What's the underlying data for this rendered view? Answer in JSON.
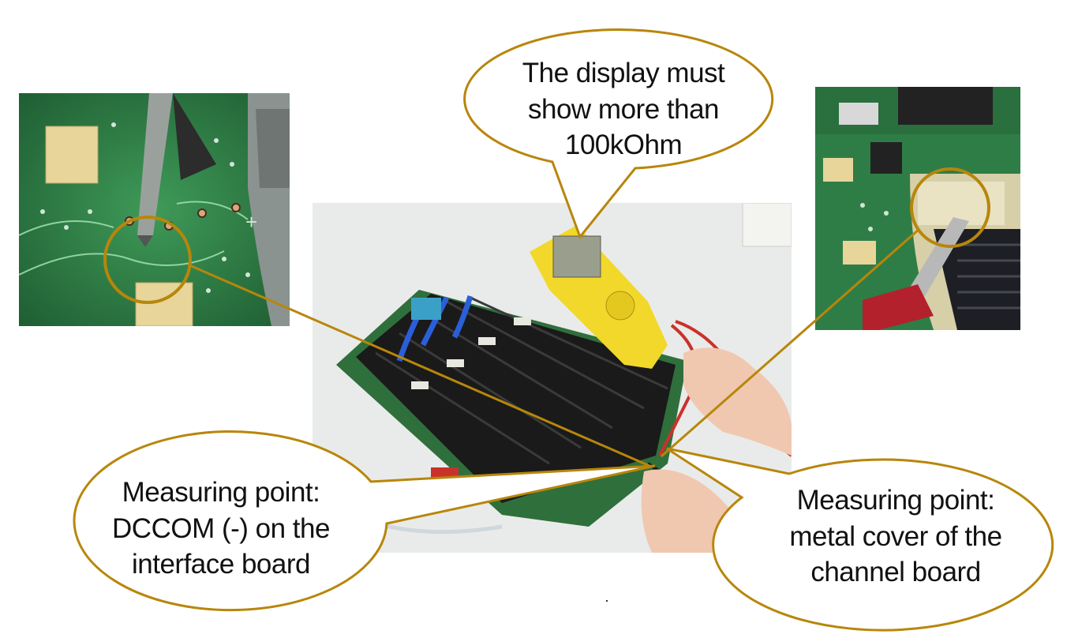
{
  "callouts": {
    "display": {
      "lines": [
        "The display must",
        "show more than",
        "100kOhm"
      ]
    },
    "dccom": {
      "lines": [
        "Measuring point:",
        "DCCOM (-) on the",
        "interface board"
      ]
    },
    "metal_cover": {
      "lines": [
        "Measuring point:",
        "metal cover of the",
        "channel board"
      ]
    }
  },
  "colors": {
    "callout_outline": "#b8860b",
    "pcb_green": "#2f7d46",
    "multimeter_yellow": "#f2d82a"
  },
  "icons": {
    "left_inset": "pcb-closeup-probe-photo",
    "right_inset": "channel-board-cover-photo",
    "center": "multimeter-measurement-photo"
  }
}
